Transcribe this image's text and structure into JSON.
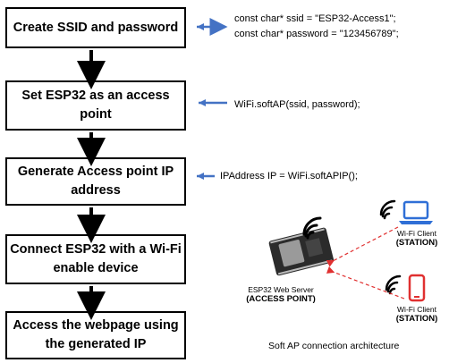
{
  "steps": [
    {
      "label": "Create SSID and password"
    },
    {
      "label": "Set ESP32 as an access point"
    },
    {
      "label": "Generate Access point IP address"
    },
    {
      "label": "Connect ESP32 with a Wi-Fi enable device"
    },
    {
      "label": "Access the webpage using the generated IP"
    }
  ],
  "code": {
    "ssid_line": "const char* ssid = \"ESP32-Access1\";",
    "password_line": "const char* password = \"123456789\";",
    "softap_line": "WiFi.softAP(ssid, password);",
    "ip_line": "IPAddress IP = WiFi.softAPIP();"
  },
  "architecture": {
    "server_label": "ESP32 Web Server",
    "server_role": "(ACCESS POINT)",
    "client1_label": "Wi-Fi Client",
    "client1_role": "(STATION)",
    "client2_label": "Wi-Fi Client",
    "client2_role": "(STATION)",
    "caption": "Soft AP connection architecture"
  },
  "colors": {
    "pointer_arrow": "#4472c4",
    "dashed_link": "#e03030",
    "laptop": "#2f6fd6",
    "phone": "#e03030"
  }
}
